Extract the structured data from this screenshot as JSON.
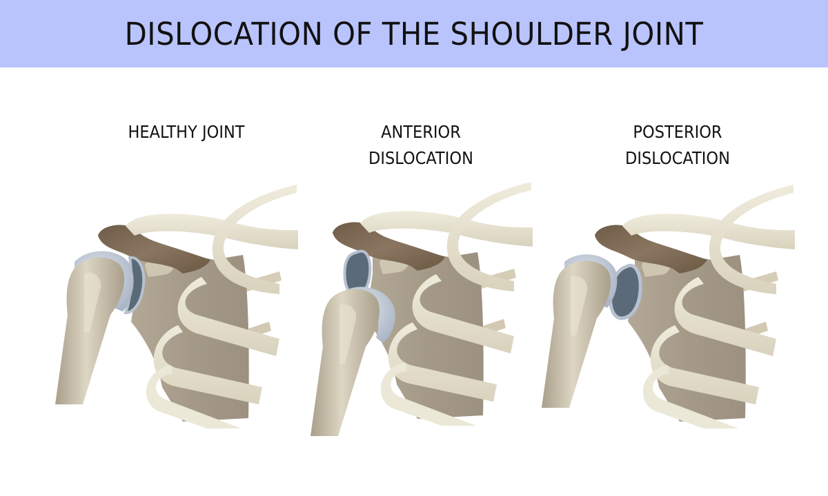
{
  "title": "DISLOCATION OF THE SHOULDER JOINT",
  "colors": {
    "banner": "#b9c4fd",
    "scapula": "#a89d8c",
    "acromion": "#7f6b55",
    "bone": "#c8c0ad",
    "rib": "#e6e1cf",
    "cartilage": "#c2cad8",
    "glenoid": "#5b6a78"
  },
  "panels": [
    {
      "id": "healthy",
      "label_lines": [
        "HEALTHY JOINT"
      ],
      "state": "humeral head seated in glenoid cavity"
    },
    {
      "id": "anterior",
      "label_lines": [
        "ANTERIOR",
        "DISLOCATION"
      ],
      "state": "humeral head displaced forward/below glenoid"
    },
    {
      "id": "posterior",
      "label_lines": [
        "POSTERIOR",
        "DISLOCATION"
      ],
      "state": "humeral head displaced backward, glenoid exposed"
    }
  ]
}
